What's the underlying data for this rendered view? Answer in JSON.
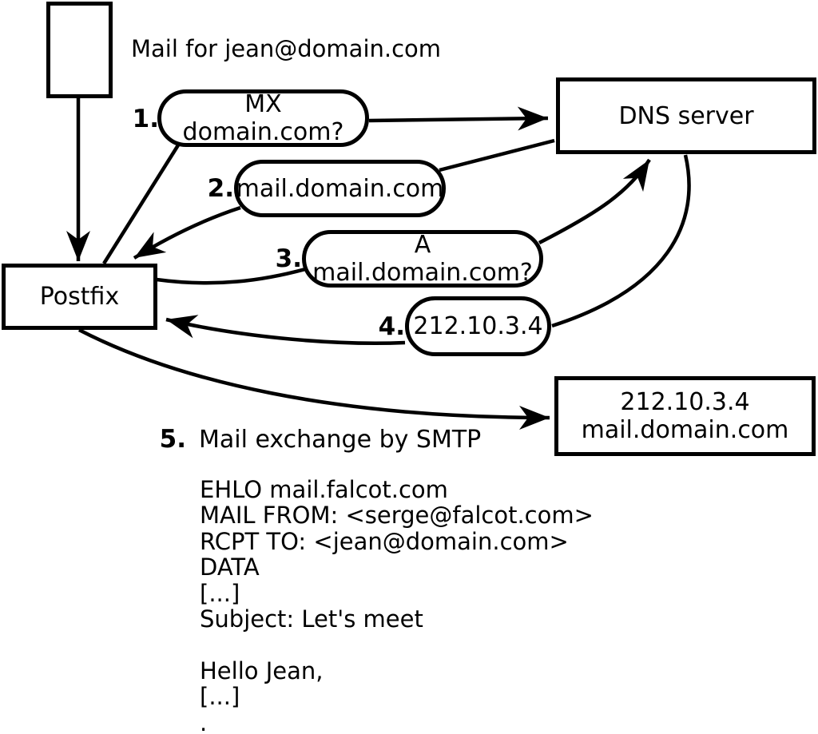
{
  "note": {
    "text": "Mail for jean@domain.com"
  },
  "nodes": {
    "postfix": {
      "label": "Postfix"
    },
    "dns": {
      "label": "DNS server"
    },
    "mail_server": {
      "line1": "212.10.3.4",
      "line2": "mail.domain.com"
    }
  },
  "steps": [
    {
      "num": "1.",
      "label": "MX domain.com?"
    },
    {
      "num": "2.",
      "label": "mail.domain.com"
    },
    {
      "num": "3.",
      "label": "A mail.domain.com?"
    },
    {
      "num": "4.",
      "label": "212.10.3.4"
    },
    {
      "num": "5.",
      "label": "Mail exchange by SMTP"
    }
  ],
  "smtp_session": {
    "lines": [
      "EHLO mail.falcot.com",
      "MAIL FROM: <serge@falcot.com>",
      "RCPT TO: <jean@domain.com>",
      "DATA",
      "[...]",
      "Subject: Let's meet",
      "",
      "Hello Jean,",
      "[...]",
      "."
    ]
  },
  "colors": {
    "ink": "#000000",
    "background": "#ffffff"
  }
}
